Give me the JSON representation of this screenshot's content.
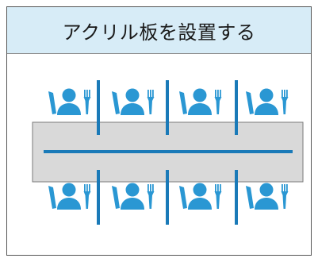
{
  "title": "アクリル板を設置する",
  "colors": {
    "header_bg": "#d7ecf7",
    "person": "#2a97d3",
    "partition": "#1a7ab8",
    "table": "#d9d9d9"
  },
  "icons": {
    "person": "person-icon",
    "fork": "fork-icon",
    "knife": "knife-icon"
  },
  "diners_per_side": 4,
  "partitions_per_side": 3
}
